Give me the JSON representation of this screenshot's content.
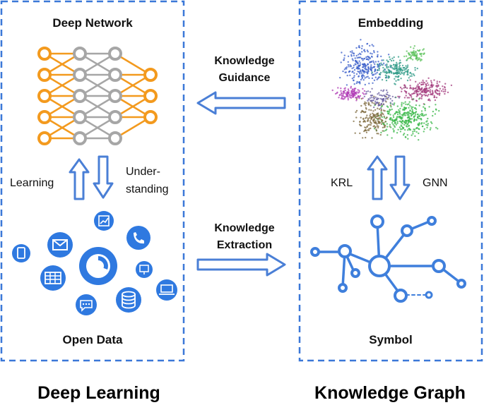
{
  "panels": {
    "left": {
      "top_title": "Deep Network",
      "bottom_title": "Open Data",
      "arrow_left_label": "Learning",
      "arrow_right_label_line1": "Under-",
      "arrow_right_label_line2": "standing",
      "caption": "Deep Learning"
    },
    "right": {
      "top_title": "Embedding",
      "bottom_title": "Symbol",
      "arrow_left_label": "KRL",
      "arrow_right_label": "GNN",
      "caption": "Knowledge Graph"
    }
  },
  "middle": {
    "top_arrow_line1": "Knowledge",
    "top_arrow_line2": "Guidance",
    "bottom_arrow_line1": "Knowledge",
    "bottom_arrow_line2": "Extraction"
  },
  "colors": {
    "frame": "#3b78d8",
    "arrow": "#4a7fd6",
    "network_orange": "#f39a1e",
    "network_gray": "#a6a6a6",
    "data_icon_blue": "#2f79e0",
    "graph_blue": "#3f7fdc"
  },
  "icons": {
    "tablet": "tablet-icon",
    "mail": "mail-icon",
    "chart": "chart-icon",
    "phone": "phone-icon",
    "pie": "pie-chart-icon",
    "table": "table-icon",
    "monitor": "monitor-icon",
    "laptop": "laptop-icon",
    "chat": "chat-icon",
    "database": "database-icon"
  }
}
